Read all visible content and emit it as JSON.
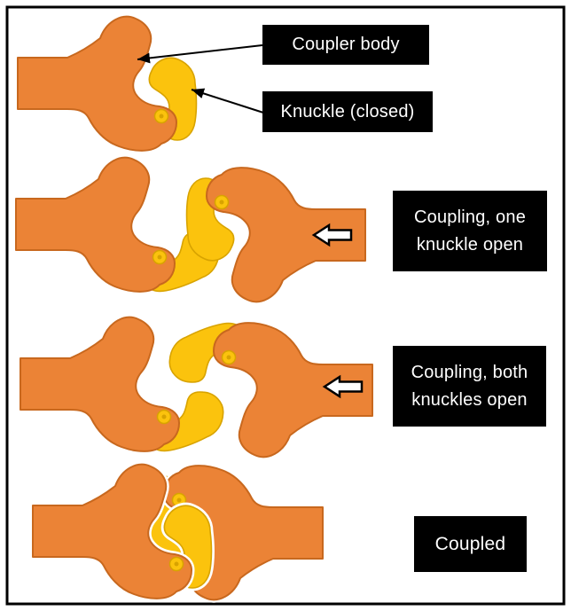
{
  "colors": {
    "page-bg": "#ffffff",
    "border-color": "#000000",
    "coupler-orange": "#EB8336",
    "coupler-orange-stroke": "#C8681E",
    "knuckle-yellow": "#FBC30D",
    "knuckle-yellow-stroke": "#D8A300",
    "gap-white": "#ffffff",
    "label-bg": "#000000",
    "label-text": "#ffffff",
    "arrow-fill": "#ffffff",
    "arrow-stroke": "#000000"
  },
  "labels": {
    "coupler_body": "Coupler body",
    "knuckle_closed": "Knuckle (closed)",
    "coupling_one_line1": "Coupling, one",
    "coupling_one_line2": "knuckle open",
    "coupling_both_line1": "Coupling, both",
    "coupling_both_line2": "knuckles open",
    "coupled": "Coupled"
  }
}
